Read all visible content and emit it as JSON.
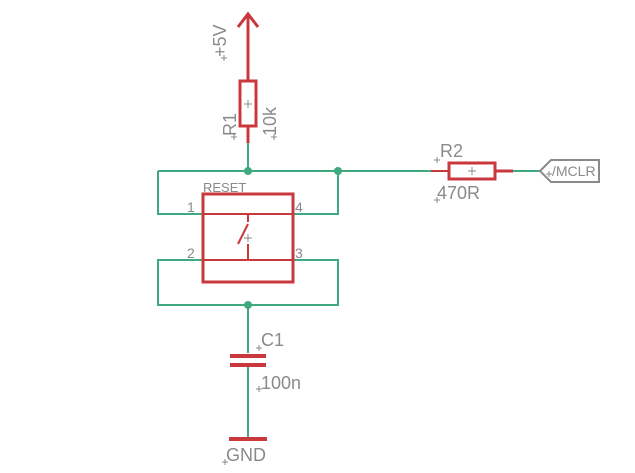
{
  "colors": {
    "wire": "#3fa97f",
    "part": "#c8383c",
    "junction": "#3fa97f",
    "text": "#8a8a8a",
    "background": "#ffffff"
  },
  "labels": {
    "supply": "+5V",
    "r1_name": "R1",
    "r1_value": "10k",
    "r2_name": "R2",
    "r2_value": "470R",
    "net_mclr": "/MCLR",
    "switch_name": "RESET",
    "pin1": "1",
    "pin2": "2",
    "pin3": "3",
    "pin4": "4",
    "c1_name": "C1",
    "c1_value": "100n",
    "ground": "GND"
  }
}
